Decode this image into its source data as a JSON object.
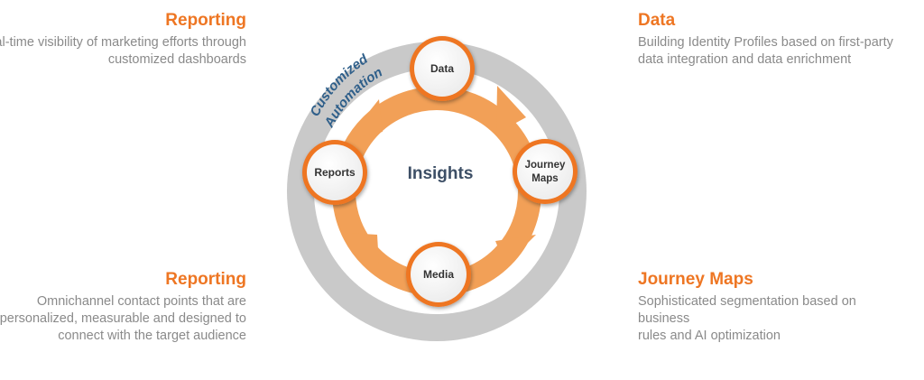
{
  "blocks": {
    "reporting_top": {
      "title": "Reporting",
      "text": "Real-time visibility of marketing efforts through customized dashboards"
    },
    "data": {
      "title": "Data",
      "text": "Building Identity Profiles based on first-party data integration and data enrichment"
    },
    "reporting_bottom": {
      "title": "Reporting",
      "text": "Omnichannel contact points that are personalized, measurable and designed to connect with the target audience"
    },
    "journey": {
      "title": "Journey Maps",
      "line1": "Sophisticated segmentation based on",
      "line2": "business",
      "line3": "rules and AI optimization"
    }
  },
  "diagram": {
    "ring_label_line1": "Customized",
    "ring_label_line2": "Automation",
    "center_label": "Insights",
    "nodes": {
      "data": "Data",
      "journey_line1": "Journey",
      "journey_line2": "Maps",
      "media": "Media",
      "reports": "Reports"
    },
    "colors": {
      "accent_orange": "#ee7623",
      "arrow_orange": "#f2a057",
      "ring_gray": "#c9c9c9",
      "label_blue": "#2f5f8a",
      "node_text": "#333333",
      "center_text": "#3d4f66"
    }
  }
}
